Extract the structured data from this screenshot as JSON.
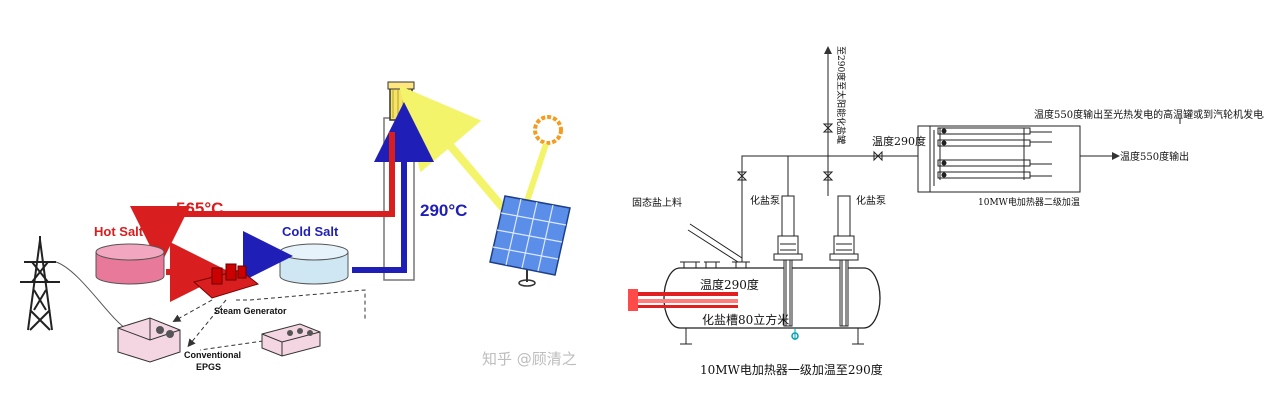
{
  "left_diagram": {
    "temp_hot": "565°C",
    "temp_cold": "290°C",
    "hot_salt_label": "Hot Salt",
    "cold_salt_label": "Cold Salt",
    "steam_generator_label": "Steam Generator",
    "epgs_label_line1": "Conventional",
    "epgs_label_line2": "EPGS",
    "watermark": "知乎 @顾清之",
    "colors": {
      "hot": "#d81e1e",
      "cold": "#1f1fb8",
      "sunbeam": "#f4f46a",
      "hot_tank": "#e8799a",
      "cold_tank": "#cfe6f3"
    }
  },
  "right_diagram": {
    "vertical_top_label": "至290度至太阳能化盐罐",
    "temp_290_pipe": "温度290度",
    "top_right_note": "温度550度输出至光热发电的高温罐或到汽轮机发电。",
    "output_label": "温度550度输出",
    "secondary_heater_label": "10MW电加热器二级加温",
    "solid_salt_feed": "固态盐上料",
    "pump_left": "化盐泵",
    "pump_right": "化盐泵",
    "tank_temp": "温度290度",
    "tank_volume": "化盐槽80立方米",
    "primary_heater_label": "10MW电加热器一级加温至290度"
  }
}
